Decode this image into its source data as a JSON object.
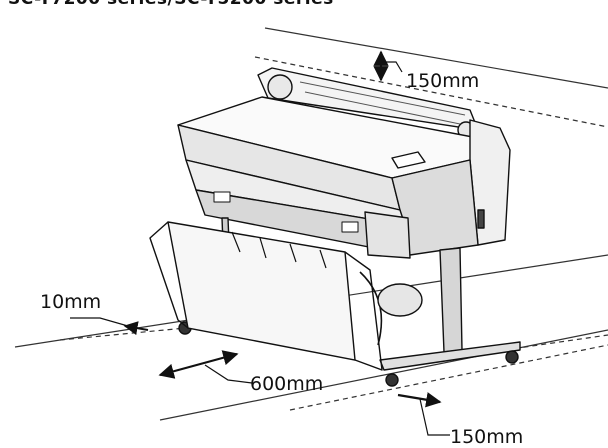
{
  "header": {
    "text": "SC-T7200 series/SC-T5200 series"
  },
  "clearances": {
    "top": "150mm",
    "side": "10mm",
    "front": "600mm",
    "rear": "150mm"
  }
}
